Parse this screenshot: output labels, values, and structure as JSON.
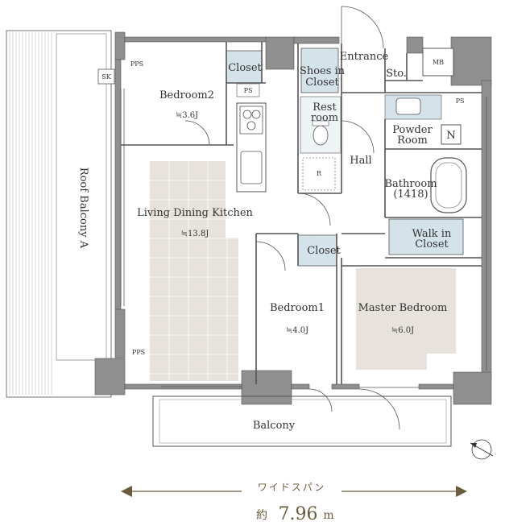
{
  "rooms": {
    "roof_balcony": "Roof Balcony A",
    "bedroom2": "Bedroom2",
    "bedroom2_size": "≒3.6J",
    "closet_top": "Closet",
    "shoes_closet_l1": "Shoes in",
    "shoes_closet_l2": "Closet",
    "entrance": "Entrance",
    "storage": "Sto.",
    "mb": "MB",
    "restroom_l1": "Rest",
    "restroom_l2": "room",
    "powder_l1": "Powder",
    "powder_l2": "Room",
    "n_mark": "N",
    "hall": "Hall",
    "bathroom_l1": "Bathroom",
    "bathroom_l2": "(1418)",
    "walkin_l1": "Walk in",
    "walkin_l2": "Closet",
    "ldk": "Living Dining Kitchen",
    "ldk_size": "≒13.8J",
    "closet_mid": "Closet",
    "bedroom1": "Bedroom1",
    "bedroom1_size": "≒4.0J",
    "master": "Master Bedroom",
    "master_size": "≒6.0J",
    "balcony": "Balcony",
    "refrigerator": "R"
  },
  "marks": {
    "sk": "SK",
    "pps_top": "PPS",
    "pps_bottom": "PPS",
    "ps_kitchen": "PS",
    "ps_right": "PS"
  },
  "span": {
    "label": "ワイドスパン",
    "prefix": "約",
    "value": "7.96",
    "unit": "m"
  },
  "colors": {
    "wall": "#8f8f8f",
    "wall_dark": "#6e6e6e",
    "floor_beige": "#e7e3dc",
    "closet_blue": "#d4e3ea",
    "line": "#555555",
    "accent": "#6a5c3c"
  }
}
